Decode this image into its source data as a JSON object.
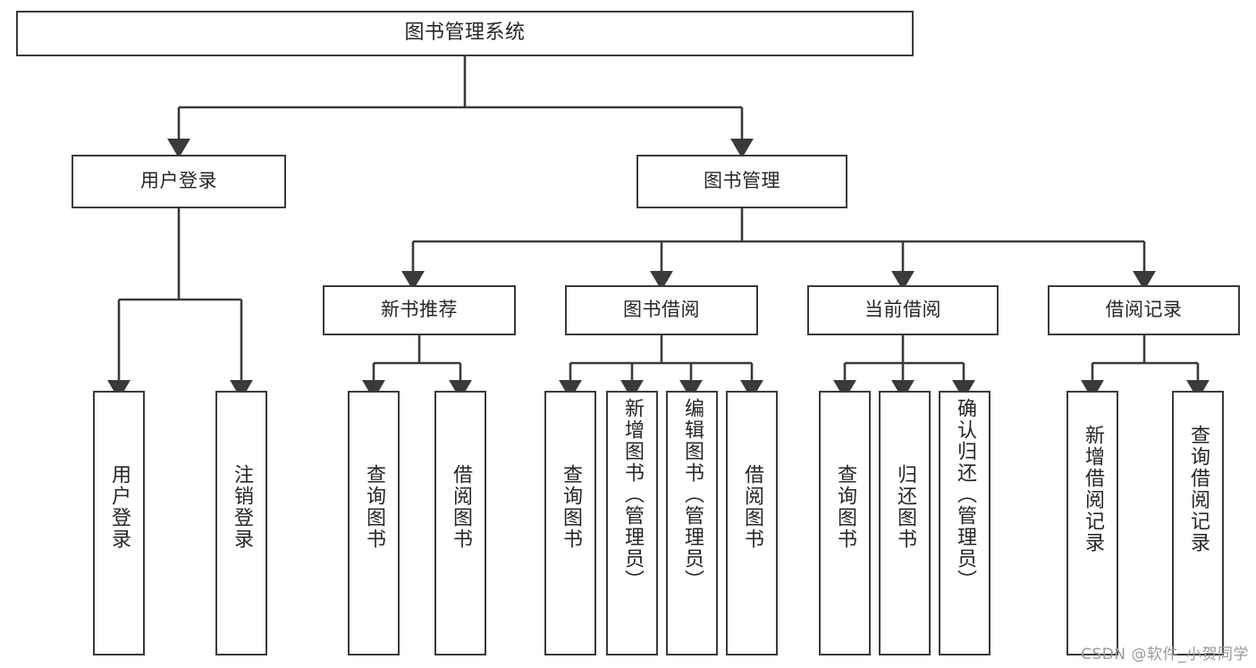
{
  "diagram": {
    "title": "图书管理系统",
    "type": "tree",
    "watermark": "CSDN @软件_小贺同学",
    "colors": {
      "stroke": "#3a3a3a",
      "fill": "#ffffff",
      "text": "#262626",
      "watermark": "#9a9a9a"
    },
    "nodes": {
      "root": {
        "label": "图书管理系统"
      },
      "level2": [
        {
          "id": "user-login",
          "label": "用户登录"
        },
        {
          "id": "book-manage",
          "label": "图书管理"
        }
      ],
      "level3": [
        {
          "id": "new-book-recommend",
          "label": "新书推荐"
        },
        {
          "id": "book-borrow",
          "label": "图书借阅"
        },
        {
          "id": "current-borrow",
          "label": "当前借阅"
        },
        {
          "id": "borrow-record",
          "label": "借阅记录"
        }
      ],
      "leaves": {
        "user_login": [
          {
            "id": "leaf-user-login",
            "label": "用户登录"
          },
          {
            "id": "leaf-logout",
            "label": "注销登录"
          }
        ],
        "new_book_recommend": [
          {
            "id": "leaf-query-book-1",
            "label": "查询图书"
          },
          {
            "id": "leaf-borrow-book-1",
            "label": "借阅图书"
          }
        ],
        "book_borrow": [
          {
            "id": "leaf-query-book-2",
            "label": "查询图书"
          },
          {
            "id": "leaf-add-book",
            "label": "新增图书（管理员）"
          },
          {
            "id": "leaf-edit-book",
            "label": "编辑图书（管理员）"
          },
          {
            "id": "leaf-borrow-book-2",
            "label": "借阅图书"
          }
        ],
        "current_borrow": [
          {
            "id": "leaf-query-book-3",
            "label": "查询图书"
          },
          {
            "id": "leaf-return-book",
            "label": "归还图书"
          },
          {
            "id": "leaf-confirm-return",
            "label": "确认归还（管理员）"
          }
        ],
        "borrow_record": [
          {
            "id": "leaf-add-record",
            "label": "新增借阅记录"
          },
          {
            "id": "leaf-query-record",
            "label": "查询借阅记录"
          }
        ]
      }
    }
  }
}
